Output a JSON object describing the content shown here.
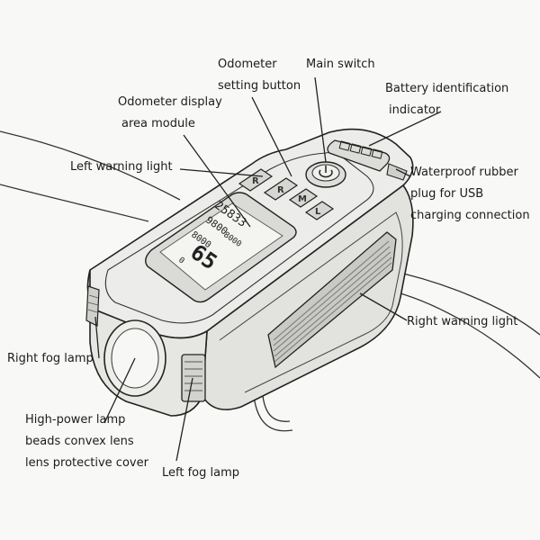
{
  "labels": {
    "odometer_setting": [
      "Odometer",
      "setting button"
    ],
    "main_switch": "Main switch",
    "battery_indicator": [
      "Battery identification",
      "indicator"
    ],
    "odometer_display": [
      "Odometer display",
      "area module"
    ],
    "left_warning": "Left warning light",
    "waterproof_plug": [
      "Waterproof rubber",
      "plug for USB",
      "charging connection"
    ],
    "right_warning": "Right warning light",
    "right_fog": "Right fog lamp",
    "lamp_beads": [
      "High-power lamp",
      "beads convex lens",
      "lens protective cover"
    ],
    "left_fog": "Left fog lamp"
  },
  "device": {
    "button_r1": "R",
    "button_r2": "R",
    "button_m": "M",
    "button_l": "L",
    "display": {
      "reading1": "25833",
      "reading2": "9800",
      "reading3": "8000",
      "reading4": "8000",
      "speed": "65",
      "digit_zero": "0"
    }
  }
}
